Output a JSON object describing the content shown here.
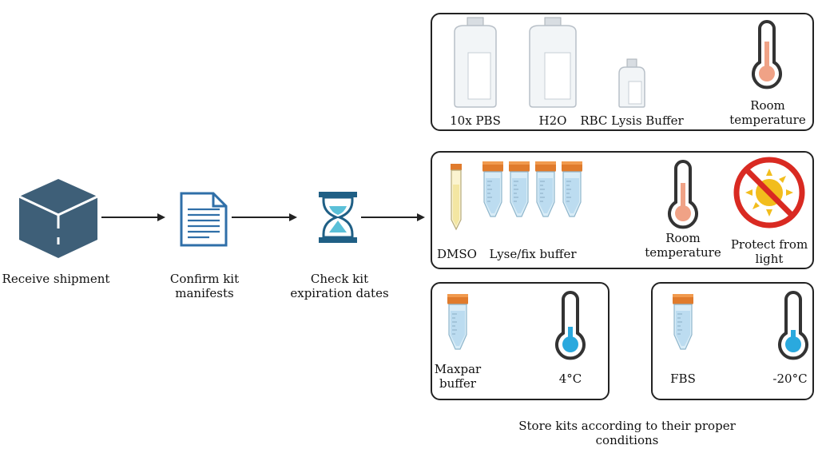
{
  "workflow": {
    "steps": [
      {
        "label": "Receive shipment",
        "icon": "box-icon"
      },
      {
        "label_line1": "Confirm kit",
        "label_line2": "manifests",
        "icon": "document-icon"
      },
      {
        "label_line1": "Check kit",
        "label_line2": "expiration dates",
        "icon": "hourglass-icon"
      }
    ]
  },
  "groups": {
    "room_temp_bottles": {
      "items": [
        "10x PBS",
        "H2O",
        "RBC Lysis Buffer"
      ],
      "condition_line1": "Room",
      "condition_line2": "temperature"
    },
    "room_temp_light": {
      "items": [
        "DMSO",
        "Lyse/fix buffer"
      ],
      "condition_line1": "Room",
      "condition_line2": "temperature",
      "extra_line1": "Protect from",
      "extra_line2": "light"
    },
    "fridge": {
      "item_line1": "Maxpar",
      "item_line2": "buffer",
      "condition": "4°C"
    },
    "freezer": {
      "item": "FBS",
      "condition": "-20°C"
    }
  },
  "caption_line1": "Store kits according to their proper",
  "caption_line2": "conditions",
  "colors": {
    "box": "#3e5f78",
    "doc_stroke": "#2f6fa8",
    "hourglass": "#1f5f85",
    "sand": "#5bc0d8",
    "thermo_warm": "#f0a286",
    "thermo_cold": "#2aa9de",
    "cap_orange": "#e07b2c",
    "no_red": "#d92a22",
    "sun": "#f2bd1d"
  }
}
